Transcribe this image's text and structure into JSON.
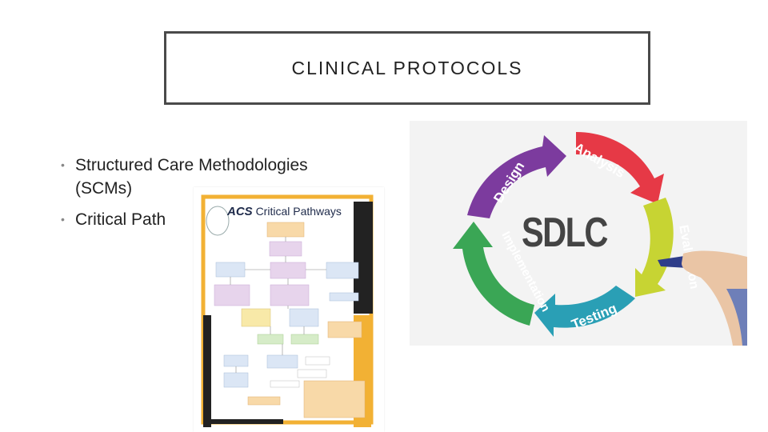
{
  "slide": {
    "title": "CLINICAL PROTOCOLS",
    "bullets": [
      {
        "text": "Structured Care Methodologies (SCMs)"
      },
      {
        "text": "Critical Path"
      }
    ]
  },
  "acs_image": {
    "logo": "ACS",
    "heading": "Critical Pathways"
  },
  "sdlc_image": {
    "center": "SDLC",
    "stages": [
      "Analysis",
      "Evaluation",
      "Testing",
      "Implementation",
      "Design"
    ],
    "colors": {
      "analysis": "#e63946",
      "evaluation": "#c7d433",
      "testing": "#2a9fb5",
      "implementation": "#3aa655",
      "design": "#7c3b9e"
    }
  }
}
